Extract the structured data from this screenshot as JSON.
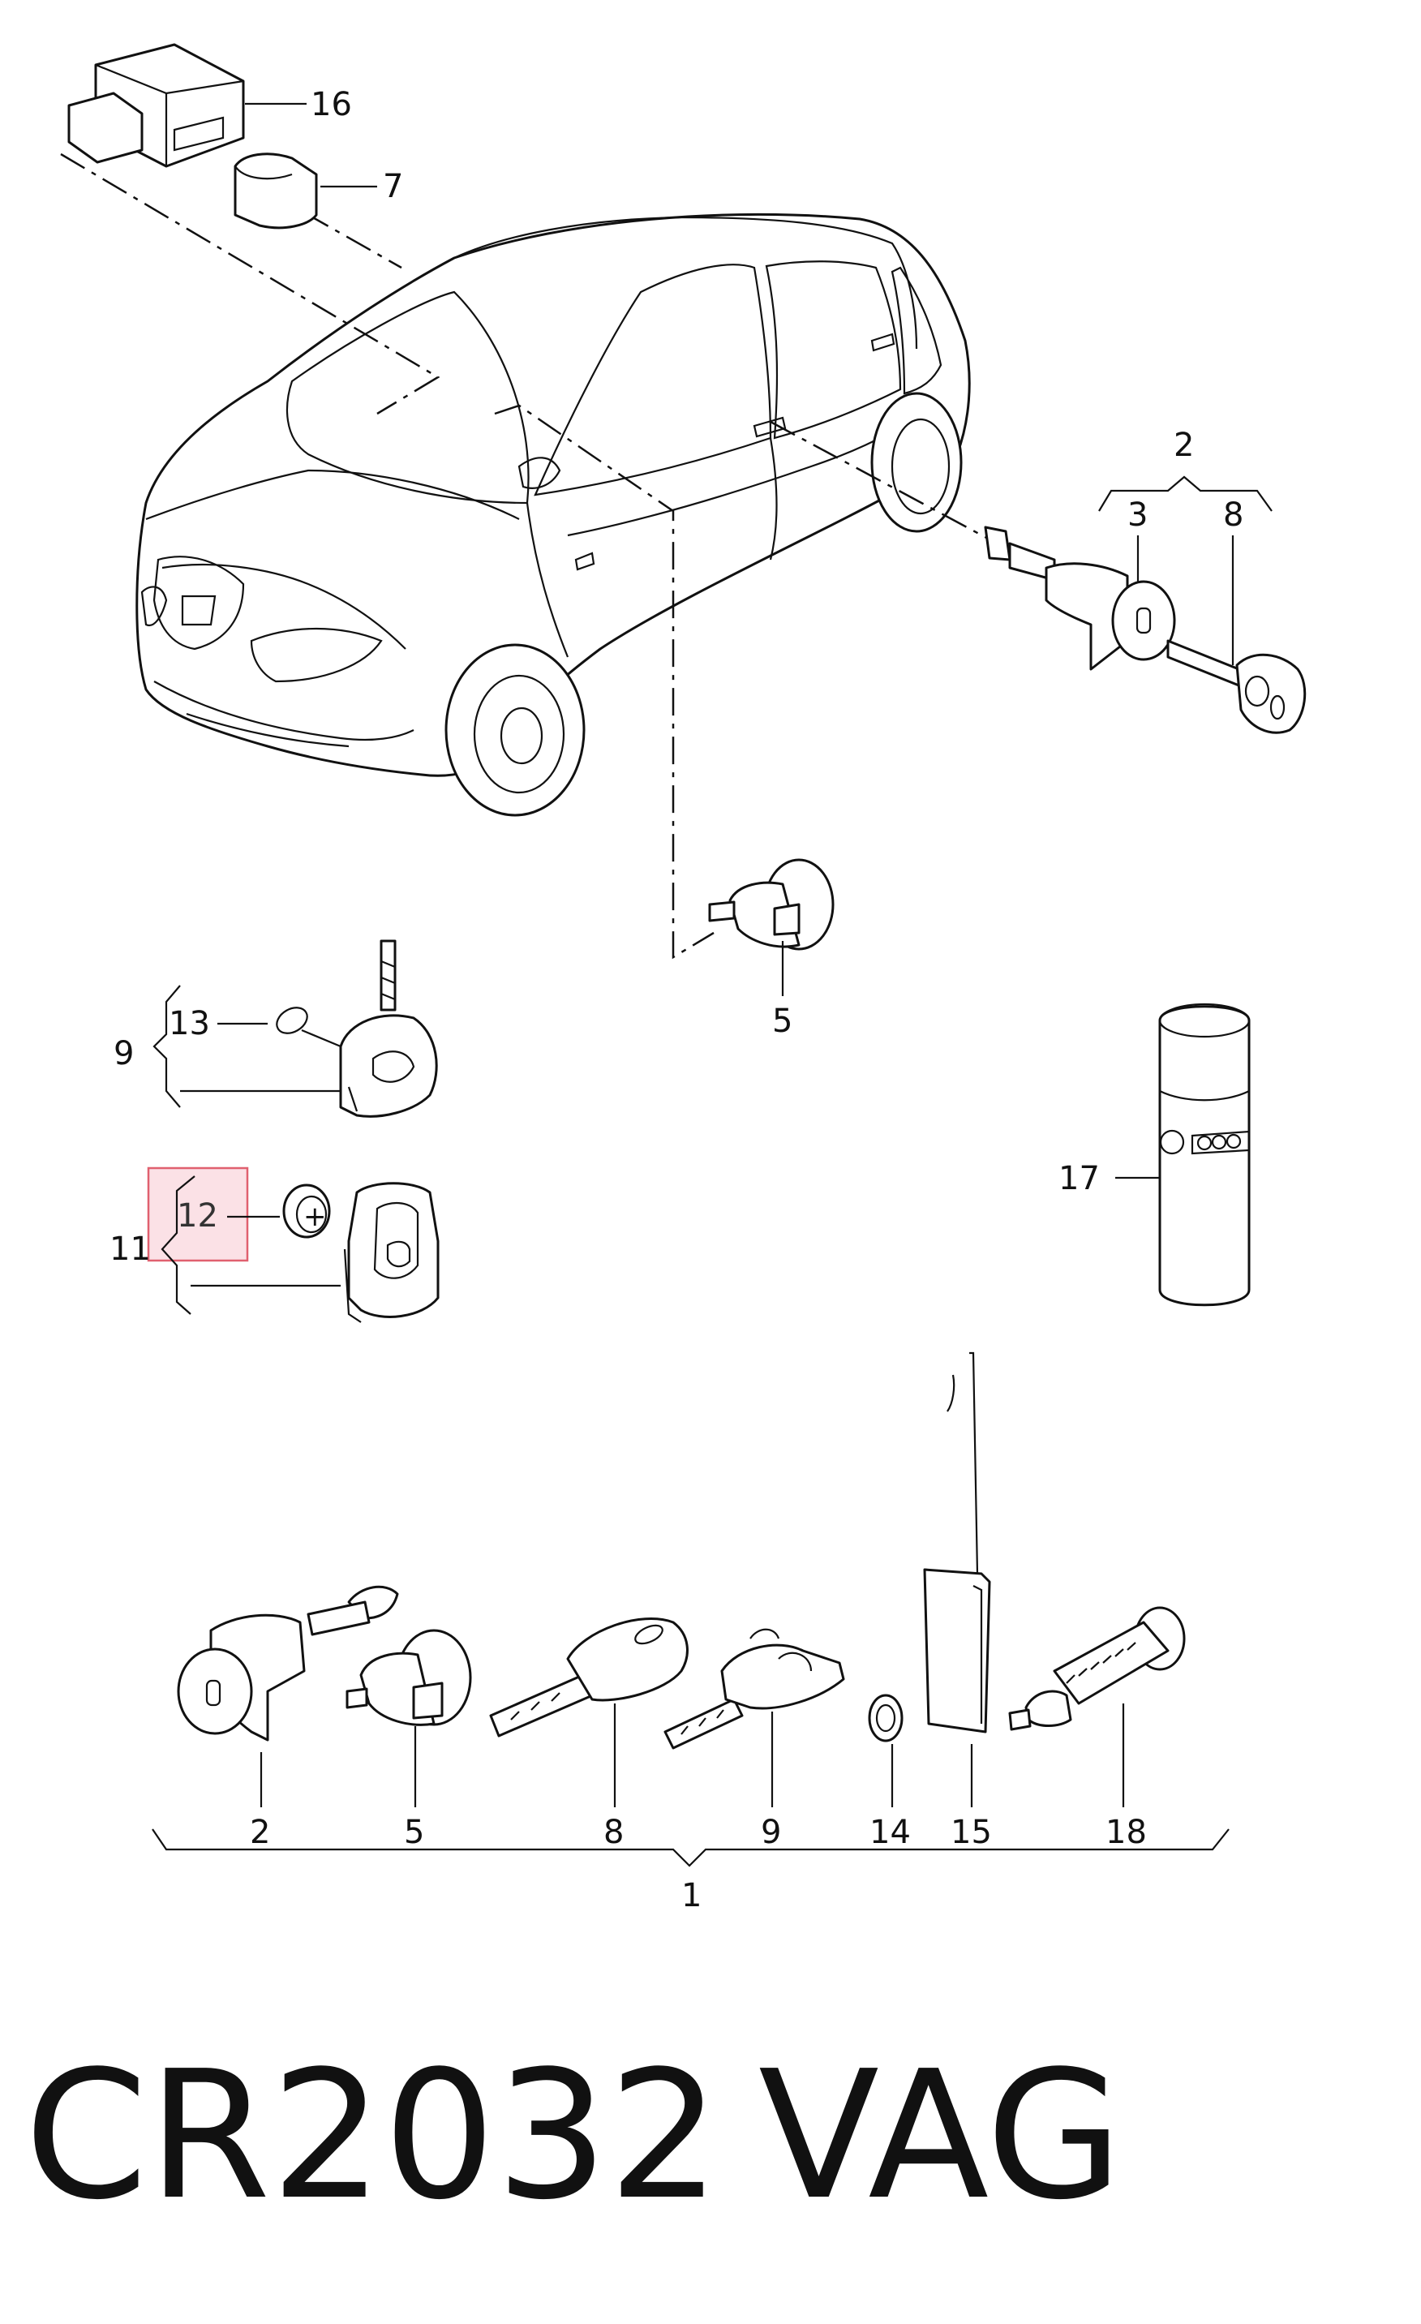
{
  "colors": {
    "ink": "#111111",
    "highlight_fill": "#f7d4da",
    "highlight_border": "#e0606f",
    "background": "#ffffff"
  },
  "callouts": {
    "c1": "1",
    "c2_bottom": "2",
    "c2_group": "2",
    "c3": "3",
    "c5_top": "5",
    "c5_bottom": "5",
    "c7": "7",
    "c8_top": "8",
    "c8_bottom": "8",
    "c9_group": "9",
    "c9_bottom": "9",
    "c11": "11",
    "c12": "12",
    "c13": "13",
    "c14": "14",
    "c15": "15",
    "c16": "16",
    "c17": "17",
    "c18": "18"
  },
  "footer": {
    "part_number": "CR2032",
    "brand": "VAG"
  },
  "icons": {
    "vehicle": "car-hatchback-icon",
    "switch": "switch-unit-icon",
    "key": "key-icon",
    "battery": "coin-cell-battery-icon",
    "lubricant": "spray-can-icon"
  }
}
